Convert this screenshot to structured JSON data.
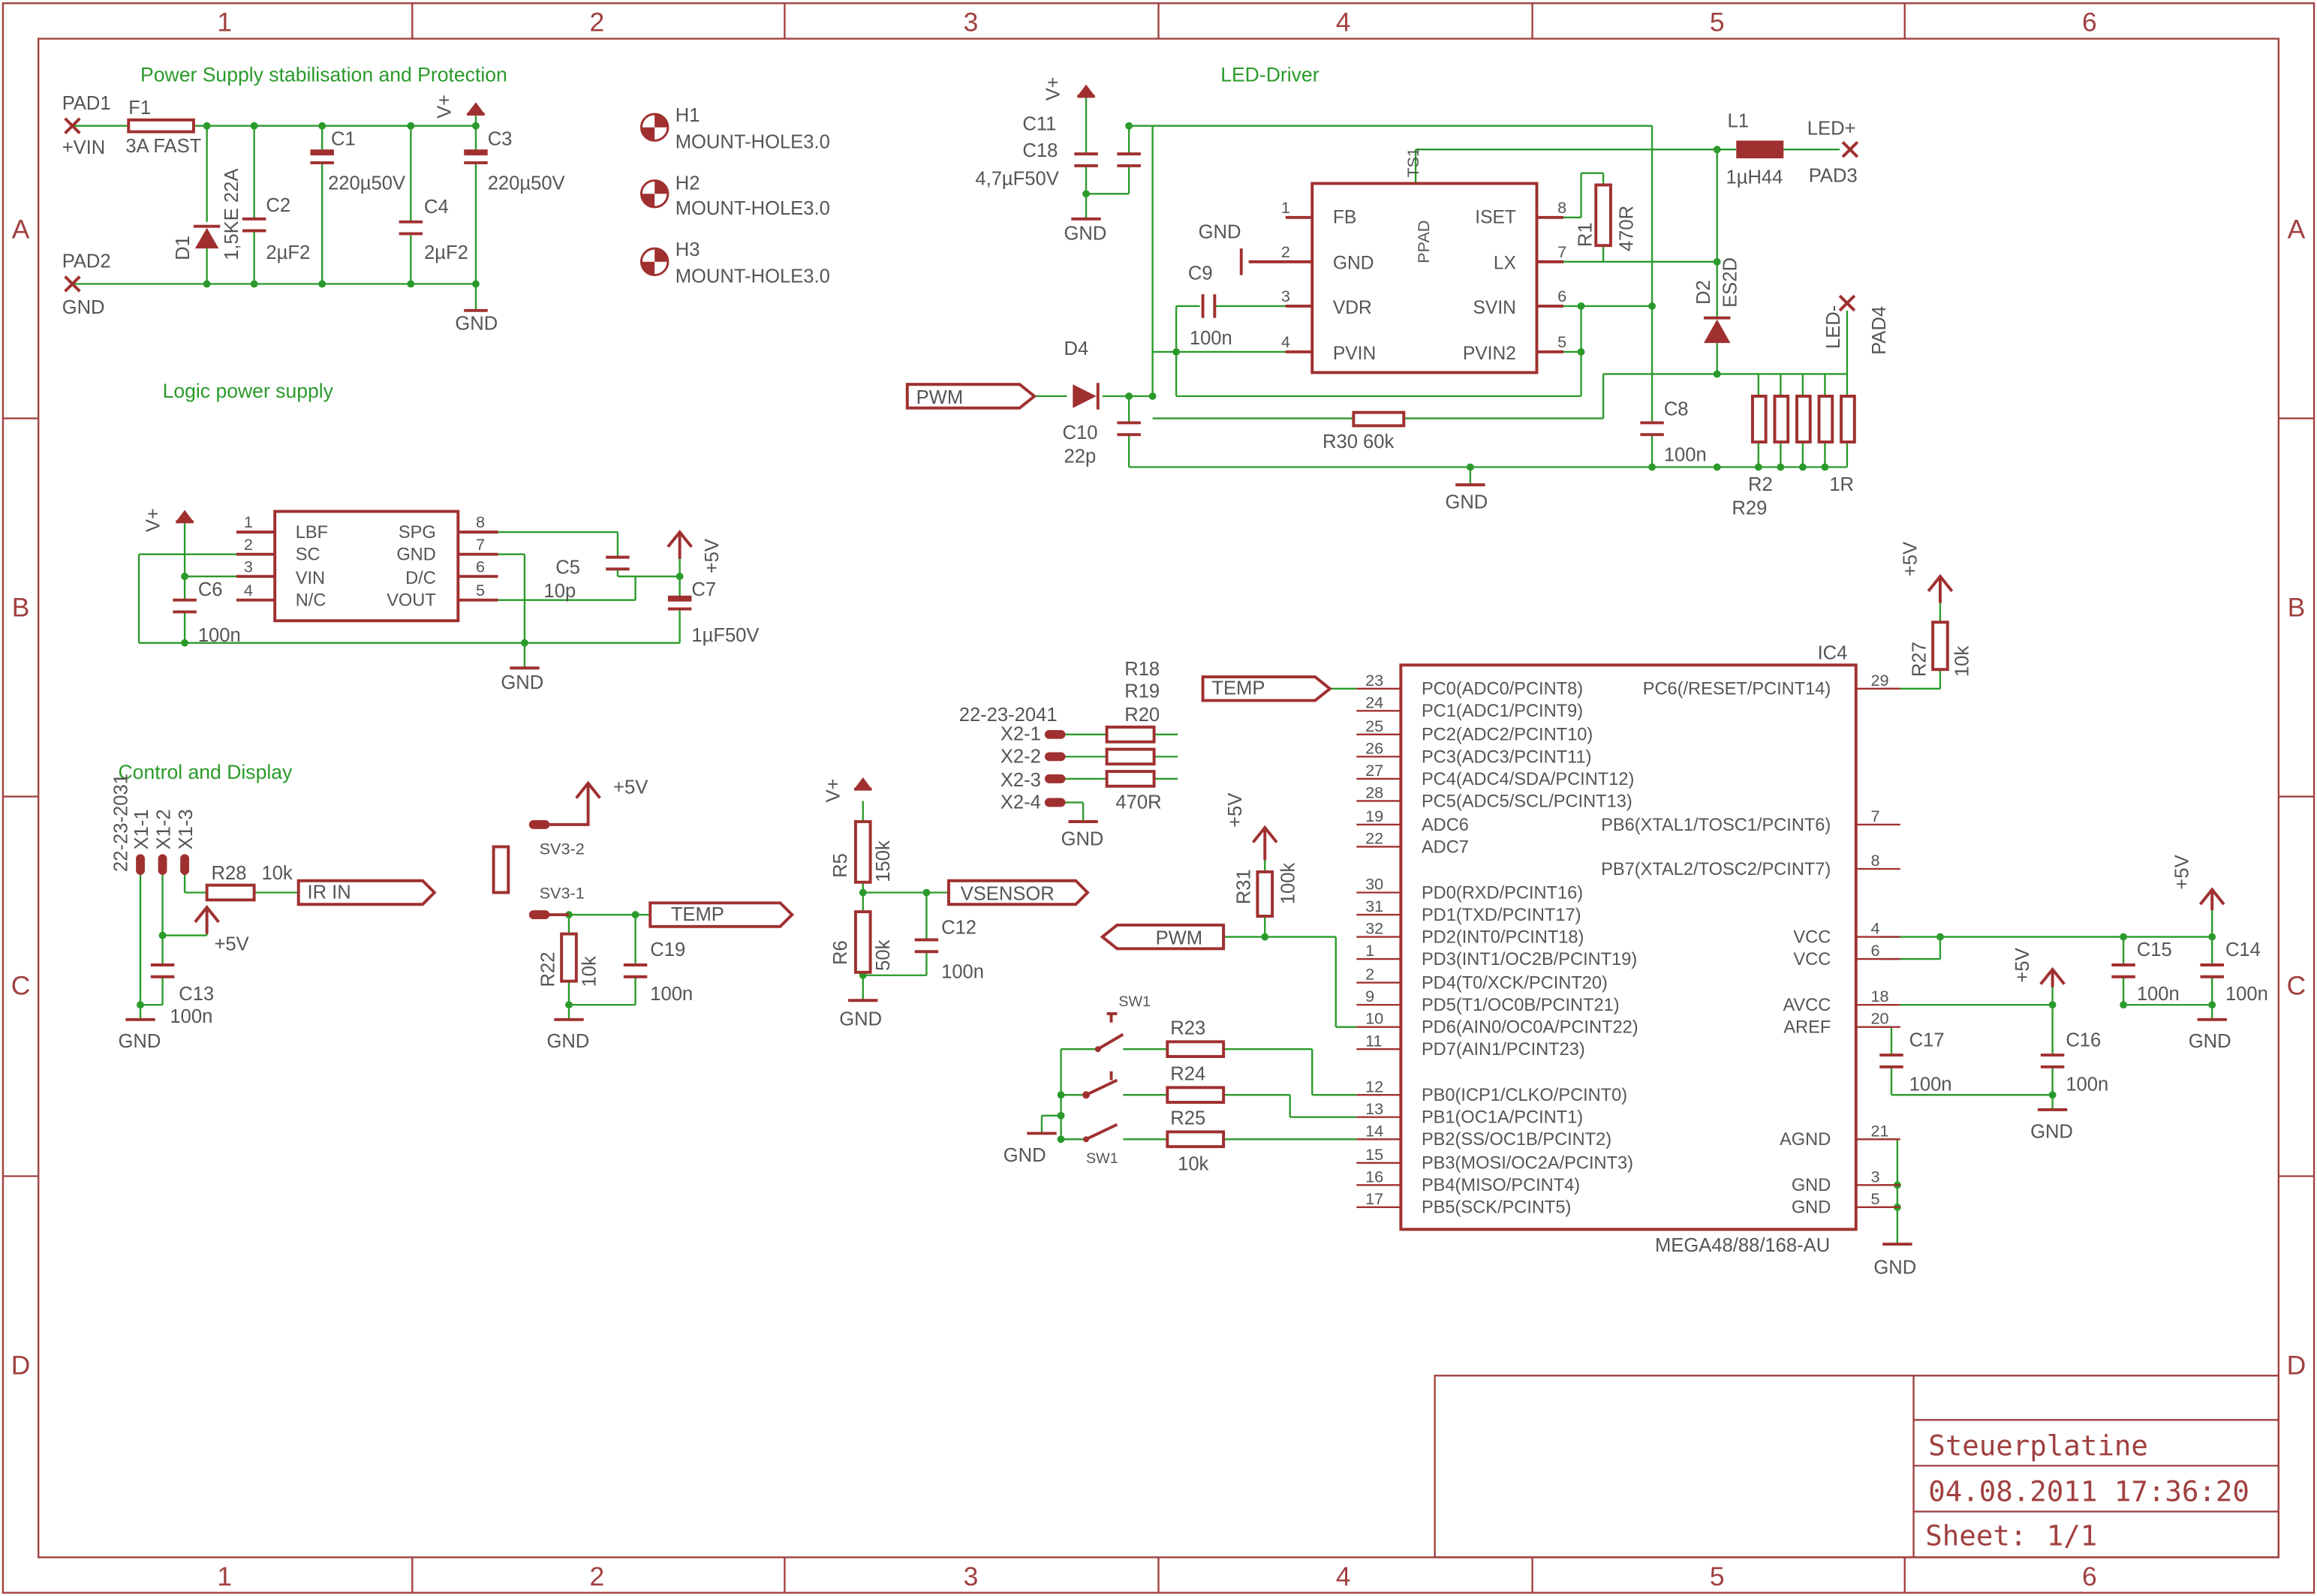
{
  "colors": {
    "frame": "#a04040",
    "symbol": "#a03030",
    "wire": "#2a9a2a",
    "text": "#555555",
    "heading": "#2a9a2a",
    "junction": "#2a9a2a"
  },
  "border": {
    "columns": [
      "1",
      "2",
      "3",
      "4",
      "5",
      "6"
    ],
    "rows": [
      "A",
      "B",
      "C",
      "D"
    ]
  },
  "sections": {
    "power_supply": "Power Supply stabilisation and Protection",
    "led_driver": "LED-Driver",
    "logic_power": "Logic power supply",
    "control_display": "Control and Display"
  },
  "title_block": {
    "name": "Steuerplatine",
    "date": "04.08.2011  17:36:20",
    "sheet_label": "Sheet:",
    "sheet_value": "1/1"
  },
  "power": {
    "pad1": "PAD1",
    "pad1_net": "+VIN",
    "pad2": "PAD2",
    "pad2_net": "GND",
    "f1": "F1",
    "f1_val": "3A FAST",
    "d1": "D1",
    "d1_val": "1,5KE 22A",
    "c1": "C1",
    "c1_val": "220µ50V",
    "c2": "C2",
    "c2_val": "2µF2",
    "c3": "C3",
    "c3_val": "220µ50V",
    "c4": "C4",
    "c4_val": "2µF2",
    "vplus": "V+",
    "gnd": "GND"
  },
  "holes": [
    {
      "name": "H1",
      "value": "MOUNT-HOLE3.0"
    },
    {
      "name": "H2",
      "value": "MOUNT-HOLE3.0"
    },
    {
      "name": "H3",
      "value": "MOUNT-HOLE3.0"
    }
  ],
  "led": {
    "c11": "C11",
    "c18": "C18",
    "c_val": "4,7µF50V",
    "vplus": "V+",
    "gnd": "GND",
    "l1": "L1",
    "l1_val": "1µH44",
    "ledplus": "LED+",
    "pad3": "PAD3",
    "ledminus": "LED-",
    "pad4": "PAD4",
    "r1": "R1",
    "r1_val": "470R",
    "d2": "D2",
    "d2_val": "ES2D",
    "c9": "C9",
    "c9_val": "100n",
    "c8": "C8",
    "c8_val": "100n",
    "c10": "C10",
    "c10_val": "22p",
    "d4": "D4",
    "pwm": "PWM",
    "r30": "R30 60k",
    "r2": "R2",
    "r29": "R29",
    "r_val": "1R",
    "ts1": "TS1",
    "gnd_label": "GND",
    "ic_pins_left": [
      {
        "num": "1",
        "name": "FB"
      },
      {
        "num": "2",
        "name": "GND"
      },
      {
        "num": "3",
        "name": "VDR"
      },
      {
        "num": "4",
        "name": "PVIN"
      }
    ],
    "ic_pins_right": [
      {
        "num": "8",
        "name": "ISET"
      },
      {
        "num": "7",
        "name": "LX"
      },
      {
        "num": "6",
        "name": "SVIN"
      },
      {
        "num": "5",
        "name": "PVIN2"
      }
    ],
    "ic_center": "PPAD"
  },
  "logic": {
    "vplus": "V+",
    "gnd": "GND",
    "plus5v": "+5V",
    "c5": "C5",
    "c5_val": "10p",
    "c6": "C6",
    "c6_val": "100n",
    "c7": "C7",
    "c7_val": "1µF50V",
    "pins_left": [
      {
        "num": "1",
        "name": "LBF"
      },
      {
        "num": "2",
        "name": "SC"
      },
      {
        "num": "3",
        "name": "VIN"
      },
      {
        "num": "4",
        "name": "N/C"
      }
    ],
    "pins_right": [
      {
        "num": "8",
        "name": "SPG"
      },
      {
        "num": "7",
        "name": "GND"
      },
      {
        "num": "6",
        "name": "D/C"
      },
      {
        "num": "5",
        "name": "VOUT"
      }
    ]
  },
  "control": {
    "connector": "22-23-2031",
    "x11": "X1-1",
    "x12": "X1-2",
    "x13": "X1-3",
    "r28": "R28",
    "r28_val": "10k",
    "irin": "IR IN",
    "plus5v": "+5V",
    "c13": "C13",
    "c13_val": "100n",
    "gnd": "GND",
    "sv32": "SV3-2",
    "sv31": "SV3-1",
    "temp": "TEMP",
    "r22": "R22",
    "r22_val": "10k",
    "c19": "C19",
    "c19_val": "100n",
    "vplus": "V+",
    "r5": "R5",
    "r5_val": "150k",
    "r6": "R6",
    "r6_val": "50k",
    "c12": "C12",
    "c12_val": "100n",
    "vsensor": "VSENSOR"
  },
  "x2": {
    "connector": "22-23-2041",
    "pins": [
      "X2-1",
      "X2-2",
      "X2-3",
      "X2-4"
    ],
    "r18": "R18",
    "r19": "R19",
    "r20": "R20",
    "r_val": "470R",
    "gnd": "GND"
  },
  "mcu": {
    "name": "IC4",
    "part": "MEGA48/88/168-AU",
    "temp": "TEMP",
    "pwm": "PWM",
    "r31": "R31",
    "r31_val": "100k",
    "plus5v": "+5V",
    "r27": "R27",
    "r27_val": "10k",
    "sw1": "SW1",
    "r23": "R23",
    "r24": "R24",
    "r25": "R25",
    "r_val": "10k",
    "gnd": "GND",
    "c14": "C14",
    "c15": "C15",
    "c16": "C16",
    "c17": "C17",
    "c_val": "100n",
    "pins_left": [
      {
        "num": "23",
        "name": "PC0(ADC0/PCINT8)"
      },
      {
        "num": "24",
        "name": "PC1(ADC1/PCINT9)"
      },
      {
        "num": "25",
        "name": "PC2(ADC2/PCINT10)"
      },
      {
        "num": "26",
        "name": "PC3(ADC3/PCINT11)"
      },
      {
        "num": "27",
        "name": "PC4(ADC4/SDA/PCINT12)"
      },
      {
        "num": "28",
        "name": "PC5(ADC5/SCL/PCINT13)"
      },
      {
        "num": "19",
        "name": "ADC6"
      },
      {
        "num": "22",
        "name": "ADC7"
      },
      {
        "num": "30",
        "name": "PD0(RXD/PCINT16)"
      },
      {
        "num": "31",
        "name": "PD1(TXD/PCINT17)"
      },
      {
        "num": "32",
        "name": "PD2(INT0/PCINT18)"
      },
      {
        "num": "1",
        "name": "PD3(INT1/OC2B/PCINT19)"
      },
      {
        "num": "2",
        "name": "PD4(T0/XCK/PCINT20)"
      },
      {
        "num": "9",
        "name": "PD5(T1/OC0B/PCINT21)"
      },
      {
        "num": "10",
        "name": "PD6(AIN0/OC0A/PCINT22)"
      },
      {
        "num": "11",
        "name": "PD7(AIN1/PCINT23)"
      },
      {
        "num": "12",
        "name": "PB0(ICP1/CLKO/PCINT0)"
      },
      {
        "num": "13",
        "name": "PB1(OC1A/PCINT1)"
      },
      {
        "num": "14",
        "name": "PB2(SS/OC1B/PCINT2)"
      },
      {
        "num": "15",
        "name": "PB3(MOSI/OC2A/PCINT3)"
      },
      {
        "num": "16",
        "name": "PB4(MISO/PCINT4)"
      },
      {
        "num": "17",
        "name": "PB5(SCK/PCINT5)"
      }
    ],
    "pins_right": [
      {
        "num": "29",
        "name": "PC6(/RESET/PCINT14)"
      },
      {
        "num": "7",
        "name": "PB6(XTAL1/TOSC1/PCINT6)"
      },
      {
        "num": "8",
        "name": "PB7(XTAL2/TOSC2/PCINT7)"
      },
      {
        "num": "4",
        "name": "VCC"
      },
      {
        "num": "6",
        "name": "VCC"
      },
      {
        "num": "18",
        "name": "AVCC"
      },
      {
        "num": "20",
        "name": "AREF"
      },
      {
        "num": "21",
        "name": "AGND"
      },
      {
        "num": "3",
        "name": "GND"
      },
      {
        "num": "5",
        "name": "GND"
      }
    ]
  }
}
